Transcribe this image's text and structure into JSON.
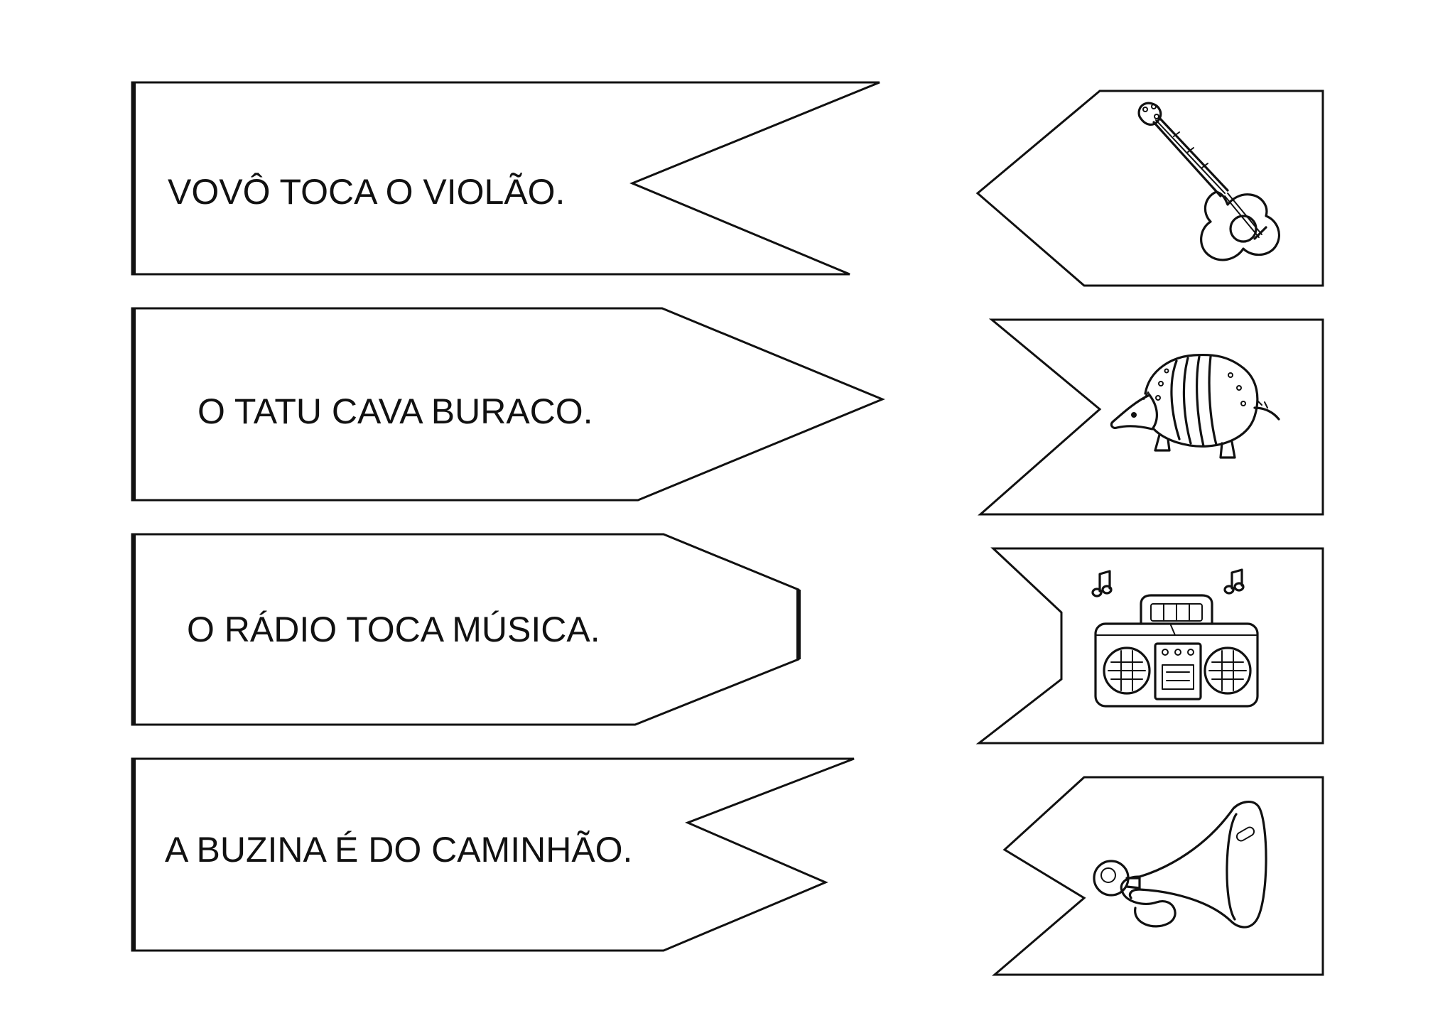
{
  "sentence_cards": [
    {
      "text": "VOVÔ TOCA O VIOLÃO."
    },
    {
      "text": "O TATU CAVA BURACO."
    },
    {
      "text": "O RÁDIO TOCA MÚSICA."
    },
    {
      "text": "A BUZINA É DO CAMINHÃO."
    }
  ],
  "picture_cards": [
    {
      "icon": "guitar-icon"
    },
    {
      "icon": "armadillo-icon"
    },
    {
      "icon": "radio-icon"
    },
    {
      "icon": "horn-icon"
    }
  ],
  "colors": {
    "ink": "#111111",
    "paper": "#ffffff"
  }
}
